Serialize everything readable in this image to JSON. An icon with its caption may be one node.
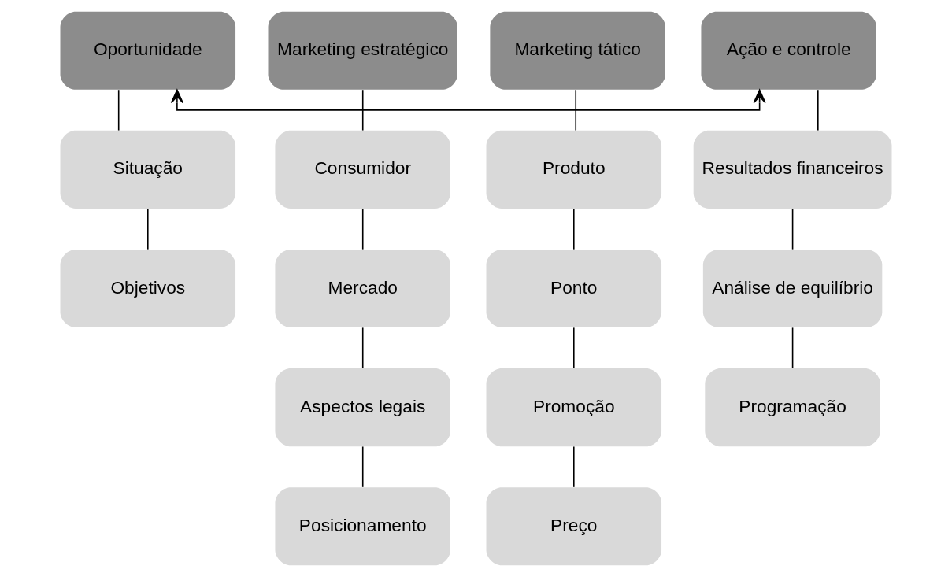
{
  "diagram": {
    "nodes": [
      {
        "text": [
          "Oportunidade"
        ]
      },
      {
        "text": [
          "Marketing estratégico"
        ]
      },
      {
        "text": [
          "Marketing tático"
        ]
      },
      {
        "text": [
          "Ação e controle"
        ]
      },
      {
        "text": [
          "Situação"
        ]
      },
      {
        "text": [
          "Consumidor"
        ]
      },
      {
        "text": [
          "Produto"
        ]
      },
      {
        "text": [
          "Resultados financeiros"
        ]
      },
      {
        "text": [
          "Objetivos"
        ]
      },
      {
        "text": [
          "Mercado"
        ]
      },
      {
        "text": [
          "Ponto"
        ]
      },
      {
        "text": [
          "Análise de equilíbrio"
        ]
      },
      {
        "text": [
          "Aspectos legais"
        ]
      },
      {
        "text": [
          "Promoção"
        ]
      },
      {
        "text": [
          "Programação"
        ]
      },
      {
        "text": [
          "Posicionamento"
        ]
      },
      {
        "text": [
          "Preço"
        ]
      }
    ],
    "edges": [
      {
        "from": 0,
        "to": 4,
        "arrow": "none"
      },
      {
        "from": 4,
        "to": 8,
        "arrow": "none"
      },
      {
        "from": 1,
        "to": 5,
        "arrow": "none"
      },
      {
        "from": 5,
        "to": 9,
        "arrow": "none"
      },
      {
        "from": 9,
        "to": 12,
        "arrow": "none"
      },
      {
        "from": 12,
        "to": 15,
        "arrow": "none"
      },
      {
        "from": 2,
        "to": 6,
        "arrow": "none"
      },
      {
        "from": 6,
        "to": 10,
        "arrow": "none"
      },
      {
        "from": 10,
        "to": 13,
        "arrow": "none"
      },
      {
        "from": 13,
        "to": 16,
        "arrow": "none"
      },
      {
        "from": 3,
        "to": 7,
        "arrow": "none"
      },
      {
        "from": 7,
        "to": 11,
        "arrow": "none"
      },
      {
        "from": 11,
        "to": 14,
        "arrow": "none"
      },
      {
        "from": 3,
        "to": 0,
        "arrow": "both"
      }
    ]
  }
}
